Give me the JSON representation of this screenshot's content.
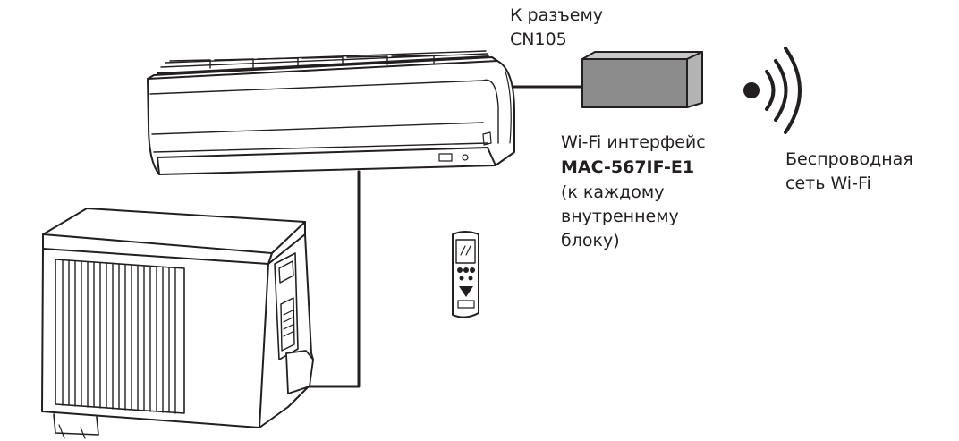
{
  "labels": {
    "connector_line1": "К разъему",
    "connector_line2": "CN105",
    "interface_line1": "Wi-Fi интерфейс",
    "interface_model": "MAC-567IF-E1",
    "interface_line3": "(к каждому",
    "interface_line4": "внутреннему",
    "interface_line5": "блоку)",
    "wireless_line1": "Беспроводная",
    "wireless_line2": "сеть Wi-Fi"
  },
  "colors": {
    "stroke": "#231f20",
    "adapter_face": "#8c8c8c",
    "adapter_side": "#b3b3b3"
  },
  "icons": [
    "indoor-unit",
    "outdoor-unit",
    "remote-control",
    "wifi-adapter",
    "wifi-signal-icon"
  ]
}
